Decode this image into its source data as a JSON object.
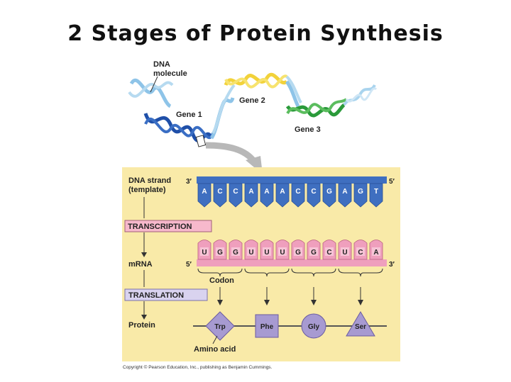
{
  "title": "2 Stages of Protein Synthesis",
  "top_labels": {
    "dna_molecule_line1": "DNA",
    "dna_molecule_line2": "molecule",
    "gene1": "Gene 1",
    "gene2": "Gene 2",
    "gene3": "Gene 3"
  },
  "panel": {
    "dna_strand_line1": "DNA strand",
    "dna_strand_line2": "(template)",
    "mrna": "mRNA",
    "protein": "Protein",
    "codon": "Codon",
    "amino_acid": "Amino acid",
    "transcription": "TRANSCRIPTION",
    "translation": "TRANSLATION",
    "dna_3prime": "3′",
    "dna_5prime": "5′",
    "mrna_5prime": "5′",
    "mrna_3prime": "3′",
    "dna_bases": [
      "A",
      "C",
      "C",
      "A",
      "A",
      "A",
      "C",
      "C",
      "G",
      "A",
      "G",
      "T"
    ],
    "mrna_bases": [
      "U",
      "G",
      "G",
      "U",
      "U",
      "U",
      "G",
      "G",
      "C",
      "U",
      "C",
      "A"
    ],
    "amino_acids": [
      {
        "name": "Trp",
        "shape": "diamond"
      },
      {
        "name": "Phe",
        "shape": "square"
      },
      {
        "name": "Gly",
        "shape": "circle"
      },
      {
        "name": "Ser",
        "shape": "triangle"
      }
    ]
  },
  "colors": {
    "panel_bg": "#f9eaa8",
    "dna_blue": "#3f6fc0",
    "mrna_pink": "#ef9fbd",
    "amino_purple": "#a79ad1",
    "transcription_box": "#f7b9cc",
    "translation_box": "#d9d3ef",
    "gene1_color": "#1f4fa8",
    "gene2_color": "#f2d23a",
    "gene3_color": "#2a9a3a"
  },
  "copyright": "Copyright © Pearson Education, Inc., publishing as Benjamin Cummings."
}
